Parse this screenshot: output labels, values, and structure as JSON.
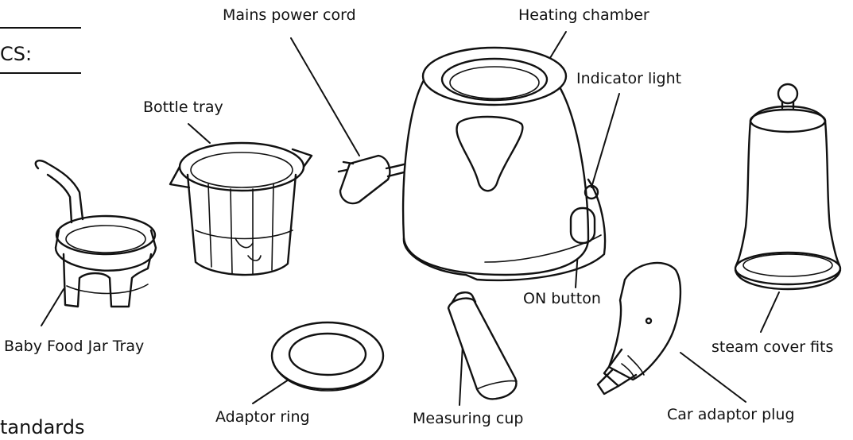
{
  "header_fragment": "CS:",
  "footer_fragment": "tandards",
  "labels": {
    "mains_power_cord": "Mains power cord",
    "heating_chamber": "Heating chamber",
    "indicator_light": "Indicator light",
    "bottle_tray": "Bottle tray",
    "baby_food_jar_tray": "Baby Food Jar Tray",
    "on_button": "ON button",
    "steam_cover_fits": "steam cover fits",
    "adaptor_ring": "Adaptor ring",
    "measuring_cup": "Measuring cup",
    "car_adaptor_plug": "Car adaptor plug"
  }
}
